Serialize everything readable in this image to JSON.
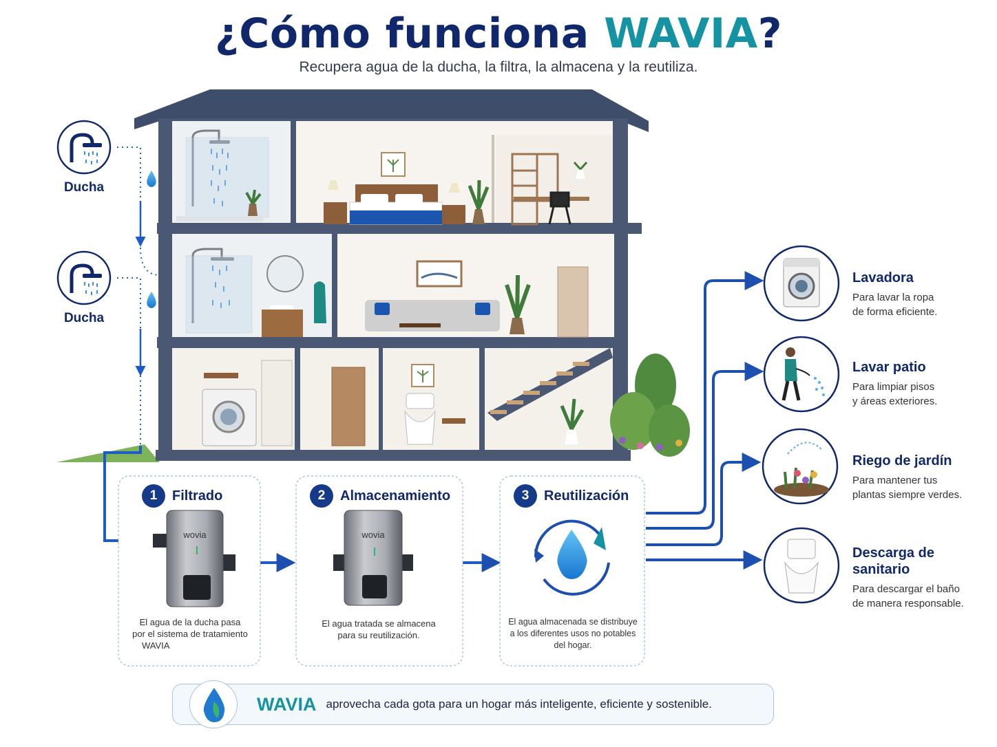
{
  "header": {
    "title_prefix": "¿Cómo funciona ",
    "title_brand": "WAVIA",
    "title_suffix": "?",
    "subtitle": "Recupera agua de la ducha, la filtra, la almacena y la reutiliza."
  },
  "sources": [
    {
      "label": "Ducha",
      "icon": "shower-icon"
    },
    {
      "label": "Ducha",
      "icon": "shower-icon"
    }
  ],
  "steps": [
    {
      "number": "1",
      "title": "Filtrado",
      "desc_lines": [
        "El agua de la ducha pasa",
        "por el sistema de tratamiento",
        "WAVIA"
      ],
      "device_brand": "wovia"
    },
    {
      "number": "2",
      "title": "Almacenamiento",
      "desc_lines": [
        "El agua tratada se almacena",
        "para su reutilización."
      ],
      "device_brand": "wovia"
    },
    {
      "number": "3",
      "title": "Reutilización",
      "desc_lines": [
        "El agua almacenada se distribuye",
        "a los diferentes usos no potables",
        "del hogar."
      ]
    }
  ],
  "uses": [
    {
      "title_lines": [
        "Lavadora"
      ],
      "desc_lines": [
        "Para lavar la ropa",
        "de forma eficiente."
      ],
      "icon": "washing-machine-icon"
    },
    {
      "title_lines": [
        "Lavar patio"
      ],
      "desc_lines": [
        "Para limpiar pisos",
        "y áreas exteriores."
      ],
      "icon": "hose-worker-icon"
    },
    {
      "title_lines": [
        "Riego de jardín"
      ],
      "desc_lines": [
        "Para mantener tus",
        "plantas siempre verdes."
      ],
      "icon": "garden-sprinkler-icon"
    },
    {
      "title_lines": [
        "Descarga de",
        "sanitario"
      ],
      "desc_lines": [
        "Para descargar el baño",
        "de manera responsable."
      ],
      "icon": "toilet-icon"
    }
  ],
  "footer": {
    "brand": "WAVIA",
    "message": "aprovecha cada gota para un hogar más inteligente, eficiente y sostenible."
  },
  "colors": {
    "navy": "#10286b",
    "teal": "#1593a3",
    "pipe_blue": "#1e5bc6",
    "house_frame": "#4a5874",
    "roof": "#3e4d6a"
  }
}
